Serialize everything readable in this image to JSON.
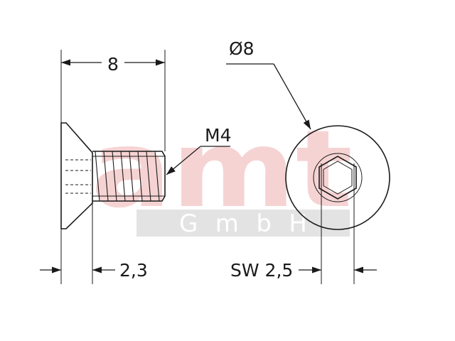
{
  "dimensions": {
    "head_diameter": "Ø8",
    "length": "8",
    "thread": "M4",
    "head_height": "2,3",
    "socket_size": "SW 2,5"
  },
  "watermark": {
    "logo": "amt",
    "company": "G m b H",
    "color": "#f6d3d3",
    "band_color": "#e3e3e3"
  }
}
